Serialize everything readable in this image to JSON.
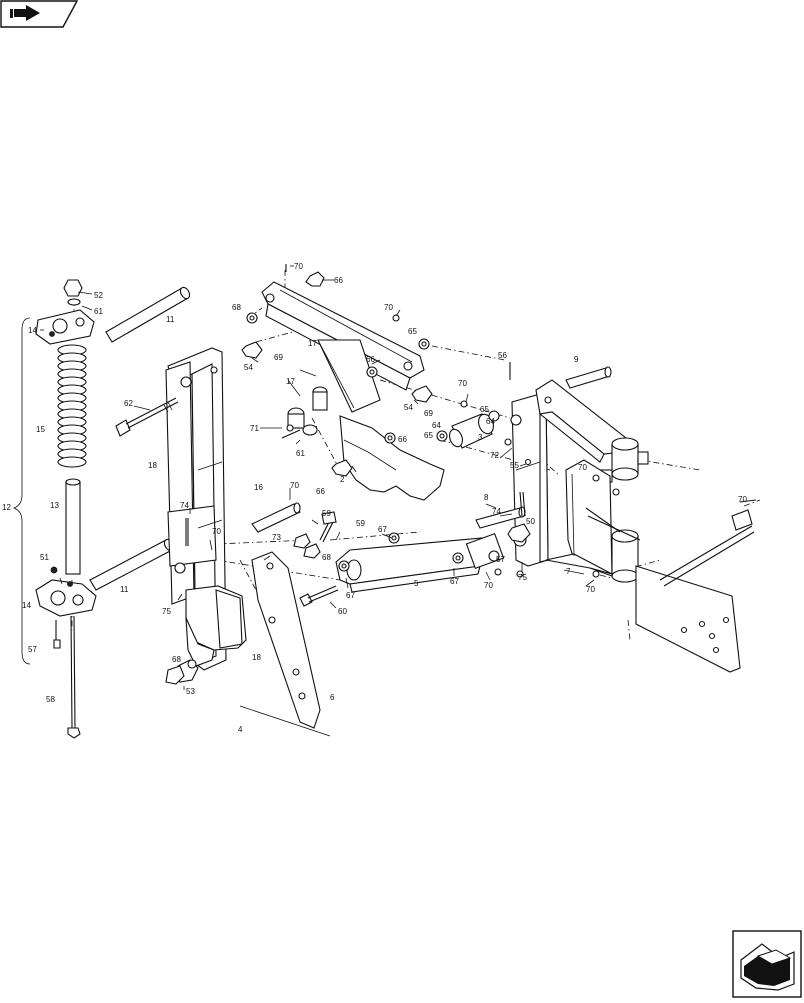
{
  "nav": {
    "prev_icon": "previous-page-arrow-icon",
    "next_icon": "next-page-corner-arrow-icon"
  },
  "callouts": {
    "c70a": "70",
    "c66a": "66",
    "c68a": "68",
    "c70b": "70",
    "c65a": "65",
    "c52": "52",
    "c61": "61",
    "c14a": "14",
    "c11a": "11",
    "c17a": "17",
    "c69a": "69",
    "c54a": "54",
    "c17b": "17",
    "c66b": "66",
    "c56": "56",
    "c9": "9",
    "c62": "62",
    "c15": "15",
    "c71": "71",
    "c61b": "61",
    "c54b": "54",
    "c69b": "69",
    "c70c": "70",
    "c65b": "65",
    "c64a": "64",
    "c65c": "65",
    "c64b": "64",
    "c3": "3",
    "c66c": "66",
    "c72": "72",
    "c55": "55",
    "c70d": "70",
    "c2": "2",
    "c66d": "66",
    "c18a": "18",
    "c12": "12",
    "c13": "13",
    "c16": "16",
    "c70e": "70",
    "c74a": "74",
    "c70f": "70",
    "c73": "73",
    "c59a": "59",
    "c59b": "59",
    "c68b": "68",
    "c67a": "67",
    "c8": "8",
    "c74b": "74",
    "c50": "50",
    "c51": "51",
    "c11b": "11",
    "c14b": "14",
    "c75a": "75",
    "c60": "60",
    "c67b": "67",
    "c5": "5",
    "c67c": "67",
    "c70g": "70",
    "c57a": "57",
    "c75b": "75",
    "c7": "7",
    "c70h": "70",
    "c70i": "70",
    "c57b": "57",
    "c68c": "68",
    "c53": "53",
    "c18b": "18",
    "c6": "6",
    "c58": "58",
    "c4": "4"
  }
}
